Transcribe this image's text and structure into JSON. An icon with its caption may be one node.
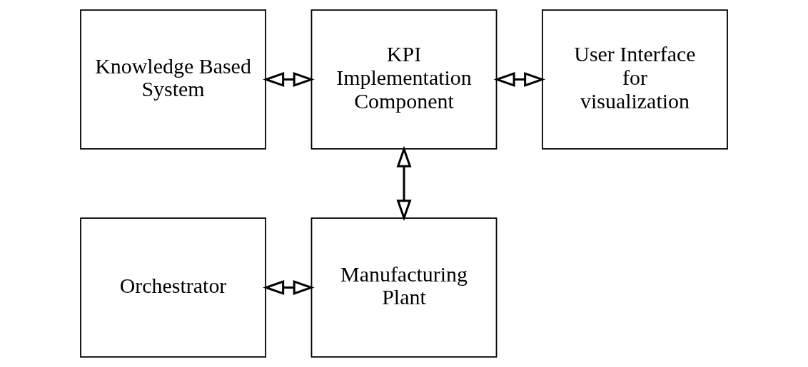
{
  "diagram": {
    "nodes": [
      {
        "text": [
          "Knowledge Based System"
        ]
      },
      {
        "text": [
          "KPI Implementation Component"
        ]
      },
      {
        "text": [
          "User Interface for visualization"
        ]
      },
      {
        "text": [
          "Orchestrator"
        ]
      },
      {
        "text": [
          "Manufacturing Plant"
        ]
      }
    ],
    "edges": [
      {
        "from": 0,
        "to": 1,
        "arrow": "both"
      },
      {
        "from": 1,
        "to": 2,
        "arrow": "both"
      },
      {
        "from": 1,
        "to": 4,
        "arrow": "both"
      },
      {
        "from": 3,
        "to": 4,
        "arrow": "both"
      }
    ]
  }
}
